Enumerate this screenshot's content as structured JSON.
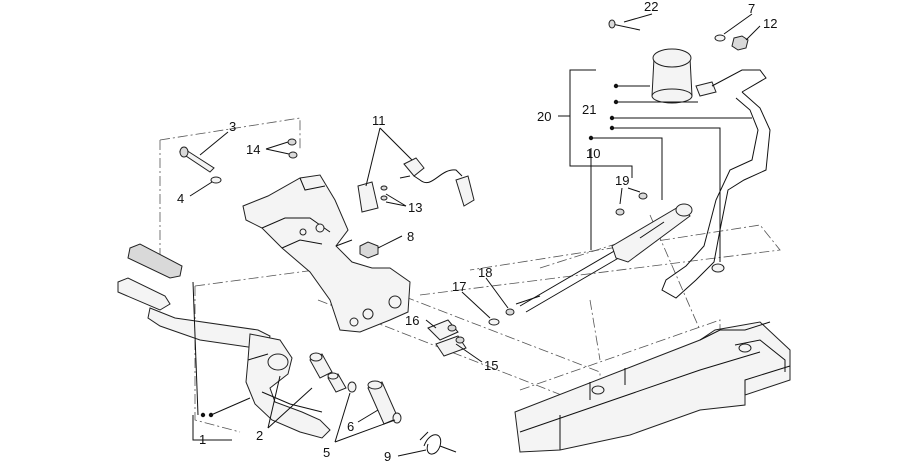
{
  "diagram": {
    "labels": {
      "c1": "1",
      "c2": "2",
      "c3": "3",
      "c4": "4",
      "c5": "5",
      "c6": "6",
      "c7": "7",
      "c8": "8",
      "c9": "9",
      "c10": "10",
      "c11": "11",
      "c12": "12",
      "c13": "13",
      "c14": "14",
      "c15": "15",
      "c16": "16",
      "c17": "17",
      "c18": "18",
      "c19": "19",
      "c20": "20",
      "c21": "21",
      "c22": "22"
    }
  }
}
